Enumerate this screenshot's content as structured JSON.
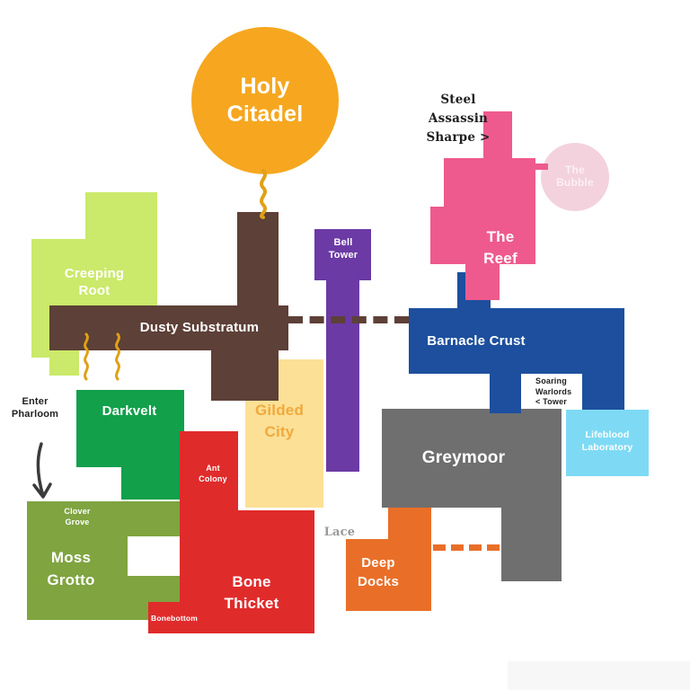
{
  "map": {
    "background": "#FFFFFF",
    "balloon": {
      "label": "Holy Citadel",
      "color": "#F6A71F",
      "string_color": "#DFA117"
    },
    "regions": {
      "creeping_root": {
        "label": "Creeping Root",
        "color": "#CBE96B",
        "label_color": "#FFFFFF"
      },
      "dusty_substratum": {
        "label": "Dusty Substratum",
        "color": "#5D4037",
        "label_color": "#FFFFFF"
      },
      "bell_tower": {
        "label": "Bell Tower",
        "color": "#6B3AA4",
        "label_color": "#FFFFFF"
      },
      "the_reef": {
        "label": "The Reef",
        "color": "#EE5A8D",
        "label_color": "#FFFFFF"
      },
      "the_bubble": {
        "label": "The Bubble",
        "color": "#F3D2DD",
        "label_color": "#FCEFF4"
      },
      "barnacle_crust": {
        "label": "Barnacle Crust",
        "color": "#1D4F9E",
        "label_color": "#FFFFFF"
      },
      "lifeblood_laboratory": {
        "label": "Lifeblood Laboratory",
        "color": "#7EDAF4",
        "label_color": "#FFFFFF"
      },
      "greymoor": {
        "label": "Greymoor",
        "color": "#6F6F6F",
        "label_color": "#FFFFFF"
      },
      "gilded_city": {
        "label": "Gilded City",
        "color": "#FBE096",
        "label_color": "#F2A93C"
      },
      "darkvelt": {
        "label": "Darkvelt",
        "color": "#12A04B",
        "label_color": "#FFFFFF"
      },
      "moss_grotto": {
        "label": "Moss Grotto",
        "color": "#7FA440",
        "label_color": "#FFFFFF"
      },
      "bone_thicket": {
        "label": "Bone Thicket",
        "color": "#E02B2B",
        "label_color": "#FFFFFF"
      },
      "deep_docks": {
        "label": "Deep Docks",
        "color": "#E96F28",
        "label_color": "#FFFFFF"
      }
    },
    "sub_labels": {
      "clover_grove": "Clover Grove",
      "ant_colony": "Ant Colony",
      "bonebottom": "Bonebottom"
    },
    "annotations": {
      "steel_assassin_sharpe": "Steel Assassin Sharpe >",
      "lace": "Lace",
      "enter_pharloom": "Enter Pharloom",
      "soaring_warlords_tower": "Soaring Warlords < Tower",
      "ink_color": "#1F1F1F",
      "handwriting_color": "#999999"
    },
    "connectors": {
      "brown_dash": "#5D4037",
      "pink_dash": "#EE5A8D",
      "orange_dash": "#E96F28",
      "arrow_color": "#3B3B3B"
    }
  }
}
